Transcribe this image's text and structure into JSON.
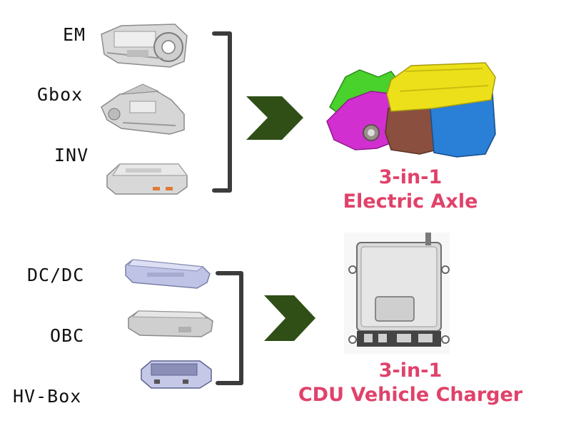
{
  "top_group": {
    "components": [
      "EM",
      "Gbox",
      "INV"
    ],
    "title_line1": "3-in-1",
    "title_line2": "Electric Axle"
  },
  "bottom_group": {
    "components": [
      "DC/DC",
      "OBC",
      "HV-Box"
    ],
    "title_line1": "3-in-1",
    "title_line2": "CDU Vehicle Charger"
  },
  "colors": {
    "title": "#e0426a",
    "bracket": "#3c3c3c",
    "arrow": "#2f4f17",
    "axle_yellow": "#ece01a",
    "axle_blue": "#2a7fd6",
    "axle_magenta": "#d12fcf",
    "axle_green": "#49d12c",
    "axle_brown": "#8a4f3e"
  },
  "icons": [
    "electric-motor-icon",
    "gearbox-icon",
    "inverter-icon",
    "dcdc-converter-icon",
    "onboard-charger-icon",
    "hv-box-icon",
    "electric-axle-icon",
    "cdu-charger-icon",
    "chevron-right-icon"
  ]
}
